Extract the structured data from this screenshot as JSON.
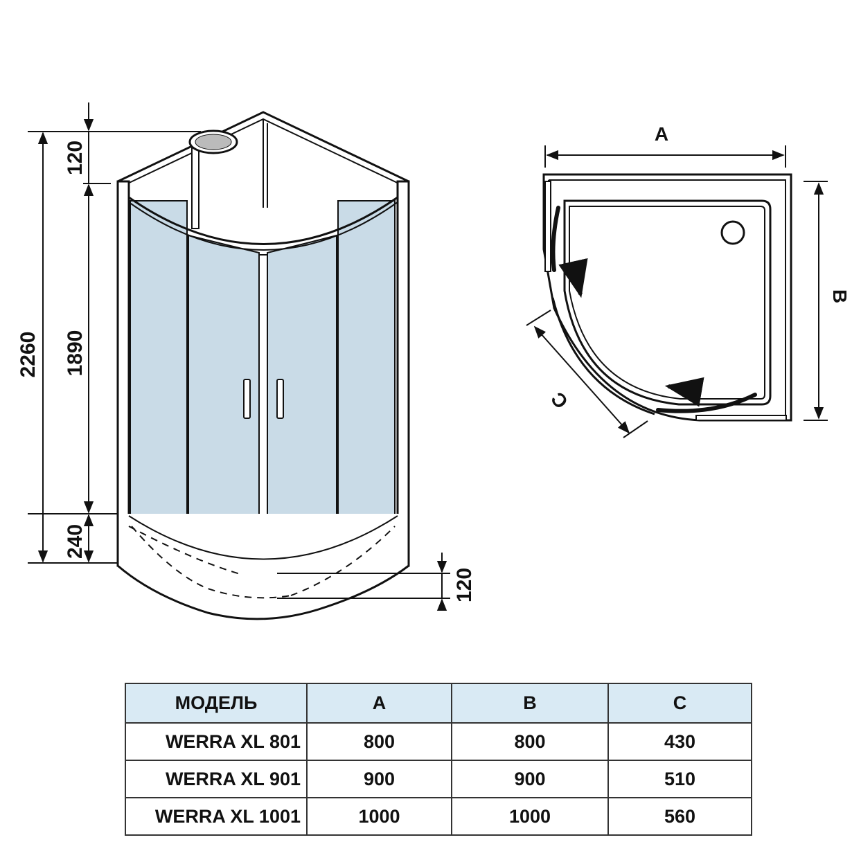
{
  "dimensions": {
    "total_height": "2260",
    "top_gap": "120",
    "door_height": "1890",
    "tray_height": "240",
    "tray_depth": "120"
  },
  "plan_labels": {
    "a": "A",
    "b": "B",
    "c": "C"
  },
  "colors": {
    "glass": "#c9dbe7",
    "header": "#d9eaf4",
    "line": "#111111"
  },
  "table": {
    "headers": [
      "МОДЕЛЬ",
      "A",
      "B",
      "C"
    ],
    "rows": [
      {
        "model": "WERRA XL 801",
        "a": "800",
        "b": "800",
        "c": "430"
      },
      {
        "model": "WERRA XL 901",
        "a": "900",
        "b": "900",
        "c": "510"
      },
      {
        "model": "WERRA XL 1001",
        "a": "1000",
        "b": "1000",
        "c": "560"
      }
    ]
  }
}
